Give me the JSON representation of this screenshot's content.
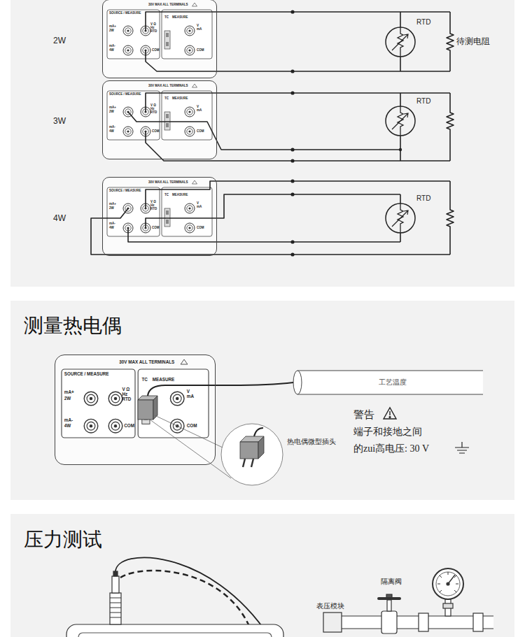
{
  "diagram": {
    "nodes": [
      {
        "text": [
          "30V MAX ALL TERMINALS",
          "SOURCE / MEASURE",
          "mA+",
          "2W",
          "mA-",
          "4W",
          "V Ω Hz RTD",
          "COM",
          "TC",
          "MEASURE",
          "V mA",
          "COM"
        ]
      },
      {
        "text": [
          "RTD"
        ]
      },
      {
        "text": [
          "待测电阻"
        ]
      },
      {
        "text": [
          "30V MAX ALL TERMINALS",
          "SOURCE / MEASURE",
          "mA+",
          "2W",
          "mA-",
          "4W",
          "V Ω Hz RTD",
          "COM",
          "TC",
          "MEASURE",
          "V mA",
          "COM"
        ]
      },
      {
        "text": [
          "RTD"
        ]
      },
      {
        "text": [
          "30V MAX ALL TERMINALS",
          "SOURCE / MEASURE",
          "mA+",
          "2W",
          "mA-",
          "4W",
          "V Ω Hz RTD",
          "COM",
          "TC",
          "MEASURE",
          "V mA",
          "COM"
        ]
      },
      {
        "text": [
          "RTD"
        ]
      },
      {
        "text": [
          "30V MAX ALL TERMINALS",
          "SOURCE / MEASURE",
          "mA+",
          "2W",
          "mA-",
          "4W",
          "V Ω Hz RTD",
          "COM",
          "TC",
          "MEASURE",
          "V mA",
          "COM"
        ]
      },
      {
        "text": [
          "工艺温度"
        ]
      }
    ],
    "labels": [
      "2W",
      "3W",
      "4W",
      "测量热电偶",
      "热电偶微型插头",
      "警告",
      "端子和接地之间",
      "的zui高电压: 30 V",
      "压力测试",
      "表压模块",
      "隔离阀"
    ]
  }
}
